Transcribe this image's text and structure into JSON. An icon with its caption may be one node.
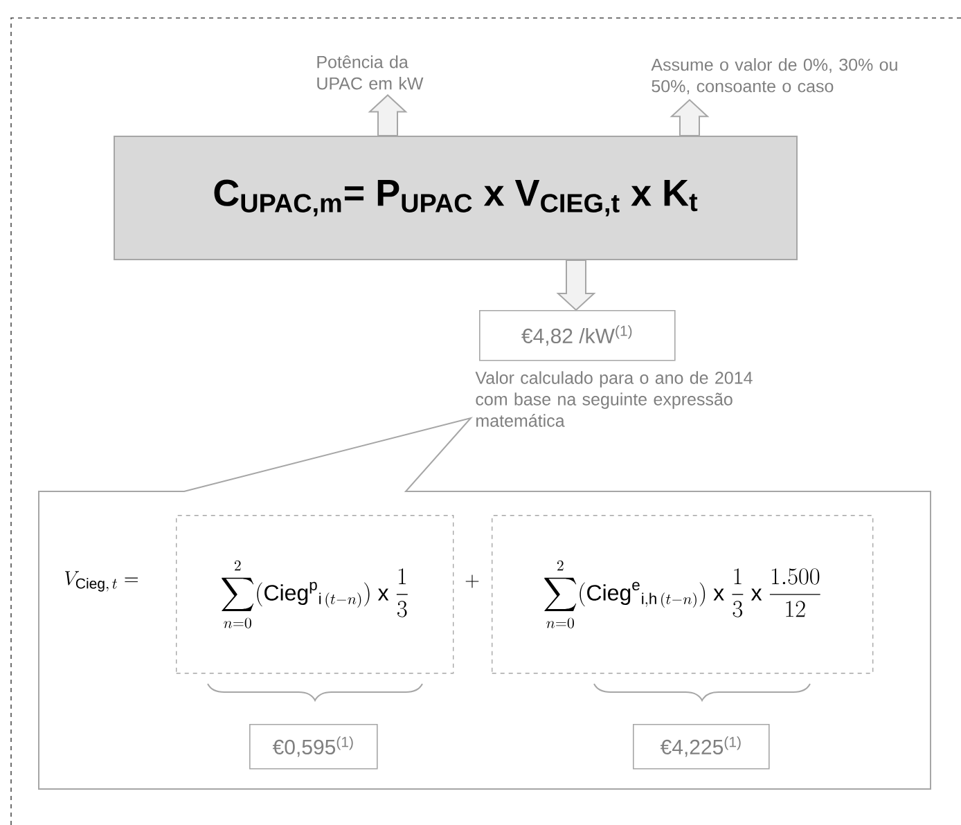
{
  "diagram": {
    "nodes": [
      {
        "text": [
          "Potência da UPAC em kW"
        ]
      },
      {
        "text": [
          "Assume o valor de 0%, 30% ou 50%, consoante o caso"
        ]
      },
      {
        "text": [
          "\\textbf{C}_{\\textbf{UPAC,m}}\\textbf{=}\\ \\textbf{P}_{\\textbf{UPAC}}\\ \\textbf{x}\\ \\textbf{V}_{\\textbf{CIEG,t}}\\ \\textbf{x}\\ \\textbf{K}_{\\textbf{t}}"
        ]
      },
      {
        "text": [
          "€4,82 /kW$^{(1)}$"
        ]
      },
      {
        "text": [
          "Valor calculado para o ano de 2014 com base na seguinte expressão matemática",
          "V_{\\mathrm{Cieg},\\,t} =",
          "+"
        ]
      },
      {
        "text": [
          "\\sum_{n=0}^{2} (\\mathrm{Cieg}^{\\mathrm{p}}{}_{\\mathrm{i}\\,(t-n)})\\ \\mathrm{x}\\ \\frac{1}{3}"
        ],
        "in": 4
      },
      {
        "text": [
          "\\sum_{n=0}^{2} (\\mathrm{Cieg}^{\\mathrm{e}}{}_{\\mathrm{i,h}\\,(t-n)})\\ \\mathrm{x}\\ \\frac{1}{3}\\ \\mathrm{x}\\ \\frac{1.500}{12}"
        ],
        "in": 4
      },
      {
        "text": [
          "€0,595$^{(1)}$"
        ],
        "in": 4
      },
      {
        "text": [
          "€4,225$^{(1)}$"
        ],
        "in": 4
      }
    ],
    "edges": [
      {
        "from": 2,
        "to": 0,
        "arrow": "to"
      },
      {
        "from": 2,
        "to": 1,
        "arrow": "to"
      },
      {
        "from": 2,
        "to": 3,
        "arrow": "to"
      }
    ]
  }
}
